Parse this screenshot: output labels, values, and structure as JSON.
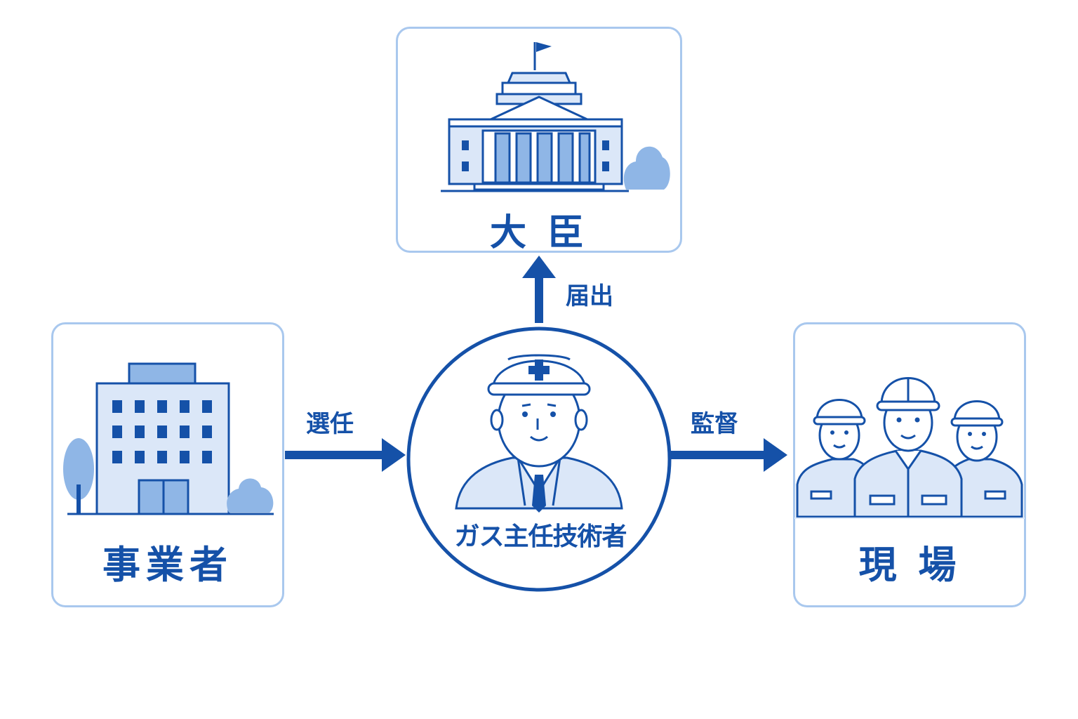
{
  "nodes": {
    "minister": {
      "label": "大 臣"
    },
    "operator": {
      "label": "事業者"
    },
    "engineer": {
      "label": "ガス主任技術者"
    },
    "site": {
      "label": "現 場"
    }
  },
  "edges": {
    "appoint": {
      "label": "選任"
    },
    "notify": {
      "label": "届出"
    },
    "supervise": {
      "label": "監督"
    }
  },
  "colors": {
    "primary": "#1551a8",
    "border": "#a9c8ee",
    "fill_light": "#dbe7f8",
    "fill_mid": "#8fb6e6"
  }
}
